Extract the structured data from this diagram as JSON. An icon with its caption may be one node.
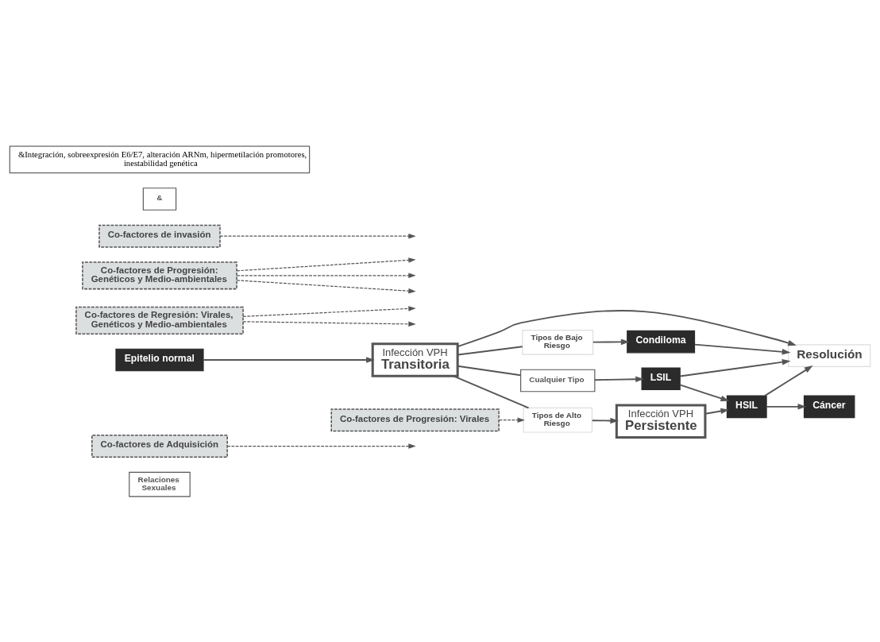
{
  "diagram": {
    "nodes": [
      {
        "text": [
          "Relaciones Sexuales"
        ]
      },
      {
        "text": [
          "Co-factores de Adquisición"
        ]
      },
      {
        "text": [
          "Epitelio normal"
        ]
      },
      {
        "text": [
          "Infección VPH",
          "Transitoria"
        ]
      },
      {
        "text": [
          "Co-factores de Regresión: Virales, Genéticos y Medio-ambientales"
        ]
      },
      {
        "text": [
          "Resolución"
        ]
      },
      {
        "text": [
          "Tipos de Bajo Riesgo"
        ]
      },
      {
        "text": [
          "Condiloma"
        ]
      },
      {
        "text": [
          "Cualquier Tipo"
        ]
      },
      {
        "text": [
          "LSIL"
        ]
      },
      {
        "text": [
          "Co-factores de Progresión: Virales"
        ]
      },
      {
        "text": [
          "Tipos de Alto Riesgo"
        ]
      },
      {
        "text": [
          "Infección VPH",
          "Persistente"
        ]
      },
      {
        "text": [
          "HSIL"
        ]
      },
      {
        "text": [
          "Co-factores de Progresión: Genéticos y Medio-ambientales"
        ]
      },
      {
        "text": [
          "Co-factores de invasión"
        ]
      },
      {
        "text": [
          "&"
        ]
      },
      {
        "text": [
          "Cáncer"
        ]
      },
      {
        "text": [
          "&Integración, sobreexpresión E6/E7, alteración ARNm, hipermetilación promotores, inestabilidad genética"
        ]
      }
    ],
    "edges": [
      {
        "from": 2,
        "to": 3,
        "arrow": "to"
      },
      {
        "from": 1,
        "to": null,
        "arrow": "to",
        "style": "dashed"
      },
      {
        "from": 3,
        "to": 5,
        "arrow": "to"
      },
      {
        "from": 4,
        "to": null,
        "arrow": "to",
        "style": "dashed"
      },
      {
        "from": 4,
        "to": null,
        "arrow": "to",
        "style": "dashed"
      },
      {
        "from": 3,
        "to": 6,
        "arrow": "none"
      },
      {
        "from": 6,
        "to": 7,
        "arrow": "to"
      },
      {
        "from": 3,
        "to": 8,
        "arrow": "none"
      },
      {
        "from": 8,
        "to": 9,
        "arrow": "to"
      },
      {
        "from": 3,
        "to": 11,
        "arrow": "none"
      },
      {
        "from": 11,
        "to": 12,
        "arrow": "to"
      },
      {
        "from": 10,
        "to": 11,
        "arrow": "to",
        "style": "dashed"
      },
      {
        "from": 7,
        "to": 5,
        "arrow": "to"
      },
      {
        "from": 9,
        "to": 5,
        "arrow": "to"
      },
      {
        "from": 13,
        "to": 5,
        "arrow": "to"
      },
      {
        "from": 9,
        "to": 13,
        "arrow": "to"
      },
      {
        "from": 12,
        "to": 13,
        "arrow": "to"
      },
      {
        "from": 13,
        "to": 17,
        "arrow": "to"
      },
      {
        "from": 14,
        "to": null,
        "arrow": "to",
        "style": "dashed"
      },
      {
        "from": 14,
        "to": null,
        "arrow": "to",
        "style": "dashed"
      },
      {
        "from": 14,
        "to": null,
        "arrow": "to",
        "style": "dashed"
      },
      {
        "from": 15,
        "to": null,
        "arrow": "to",
        "style": "dashed"
      }
    ]
  }
}
